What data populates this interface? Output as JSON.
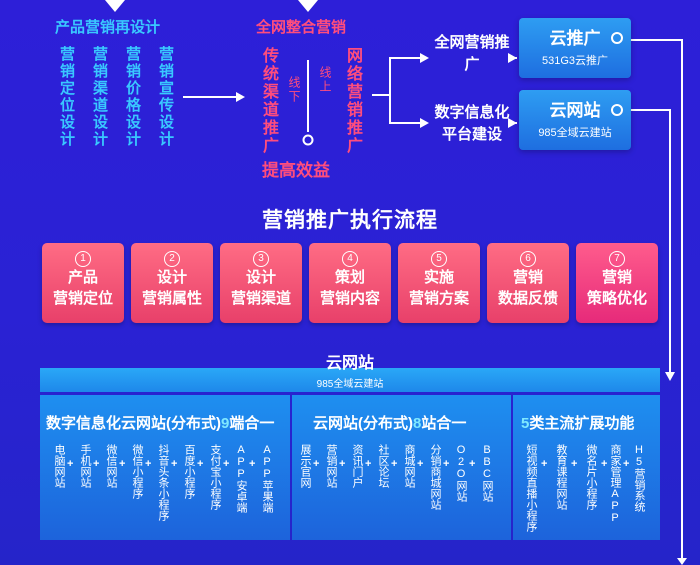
{
  "top": {
    "redesign_title": "产品营销再设计",
    "redesign_cols": [
      "营销定位设计",
      "营销渠道设计",
      "营销价格设计",
      "营销宣传设计"
    ],
    "integration_title": "全网整合营销",
    "traditional": "传统渠道推广",
    "offline": "线下",
    "online": "线上",
    "network": "网络营销推广",
    "benefit": "提高效益",
    "promo_label": "全网营销推广",
    "digital_label": "数字信息化平台建设",
    "box1": {
      "title": "云推广",
      "sub": "531G3云推广"
    },
    "box2": {
      "title": "云网站",
      "sub": "985全域云建站"
    }
  },
  "process": {
    "title": "营销推广执行流程",
    "steps": [
      {
        "num": "1",
        "line1": "产品",
        "line2": "营销定位"
      },
      {
        "num": "2",
        "line1": "设计",
        "line2": "营销属性"
      },
      {
        "num": "3",
        "line1": "设计",
        "line2": "营销渠道"
      },
      {
        "num": "4",
        "line1": "策划",
        "line2": "营销内容"
      },
      {
        "num": "5",
        "line1": "实施",
        "line2": "营销方案"
      },
      {
        "num": "6",
        "line1": "营销",
        "line2": "数据反馈"
      },
      {
        "num": "7",
        "line1": "营销",
        "line2": "策略优化"
      }
    ]
  },
  "bottom": {
    "bar_title": "云网站",
    "bar_sub": "985全域云建站",
    "panel1": {
      "title_pre": "数字信息化云网站(分布式)",
      "title_num": "9",
      "title_post": "端合一",
      "items": [
        "电脑网站",
        "手机网站",
        "微信网站",
        "微信小程序",
        "抖音头条小程序",
        "百度小程序",
        "支付宝小程序",
        "APP安卓端",
        "APP苹果端"
      ]
    },
    "panel2": {
      "title_pre": "云网站(分布式)",
      "title_num": "8",
      "title_post": "站合一",
      "items": [
        "展示官网",
        "营销网站",
        "资讯门户",
        "社区论坛",
        "商城网站",
        "分销商城网站",
        "O2O网站",
        "BBC网站"
      ]
    },
    "panel3": {
      "title_num": "5",
      "title_post": "类主流扩展功能",
      "items": [
        "短视频直播小程序",
        "教育课程网站",
        "微名片小程序",
        "商家管理APP",
        "H5营销系统"
      ]
    }
  },
  "colors": {
    "background": "#2a1fd6",
    "cyan": "#39c8ff",
    "pink": "#ff4d7d",
    "step": "#f0506e",
    "panel": "#1e80ec"
  }
}
